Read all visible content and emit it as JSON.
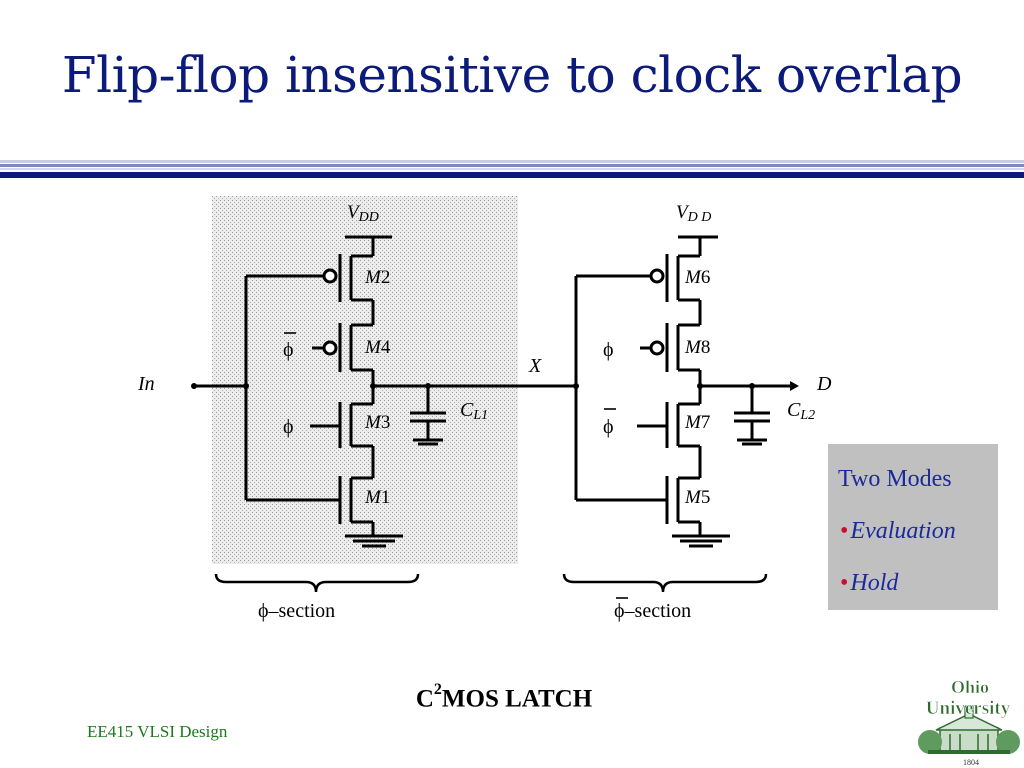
{
  "slide": {
    "title": "Flip-flop insensitive to clock overlap",
    "caption": "C",
    "caption_sup": "2",
    "caption_rest": "MOS LATCH",
    "footer": "EE415 VLSI Design"
  },
  "circuit": {
    "vdd_left": "V",
    "vdd_left_sub": "DD",
    "vdd_right": "V",
    "vdd_right_sub": "D D",
    "m2": "2",
    "m4": "4",
    "m3": "3",
    "m1": "1",
    "m6": "6",
    "m8": "8",
    "m7": "7",
    "m5": "5",
    "m_letter": "M",
    "phi": "ϕ",
    "in_label": "In",
    "x_label": "X",
    "d_label": "D",
    "cl1": "C",
    "cl1_sub": "L1",
    "cl2": "C",
    "cl2_sub": "L2",
    "phi_section": "ϕ–section",
    "phibar_section_phi": "ϕ",
    "phibar_section_rest": "–section"
  },
  "modes": {
    "title": "Two Modes",
    "items": [
      "Evaluation",
      "Hold"
    ],
    "bullet": "•"
  },
  "logo": {
    "line1": "Ohio",
    "line2": "University",
    "year": "1804"
  },
  "colors": {
    "title": "#0c1a7a",
    "modes_text": "#1a2a9a",
    "bullet": "#c8102e",
    "footer": "#1a7a1a",
    "logo": "#2e6b2e"
  }
}
